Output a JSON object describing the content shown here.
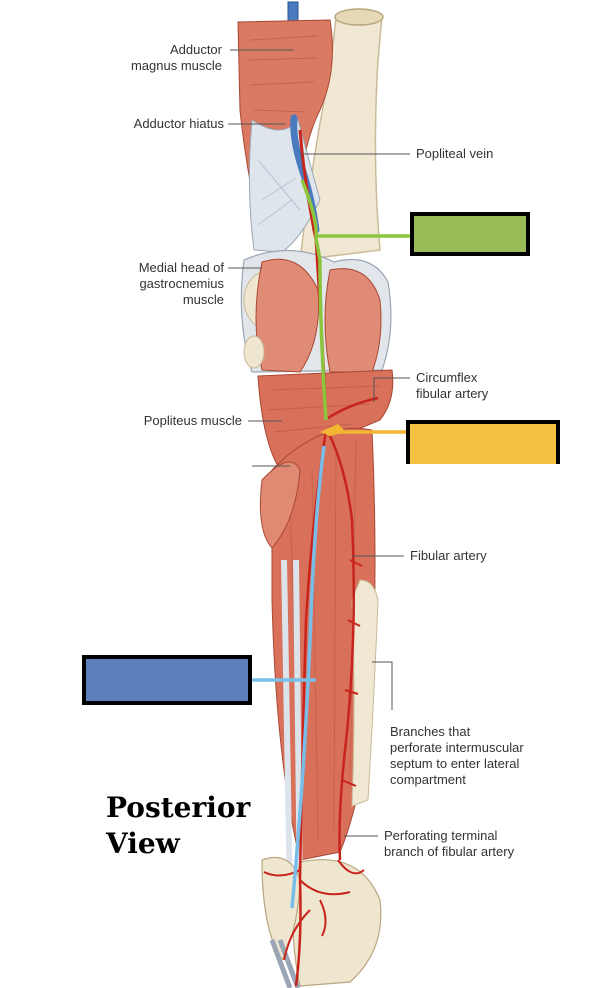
{
  "labels": {
    "adductor_magnus": [
      "Adductor",
      "magnus muscle"
    ],
    "adductor_hiatus": "Adductor hiatus",
    "popliteal_vein": "Popliteal vein",
    "medial_head_gastrocnemius": [
      "Medial head of",
      "gastrocnemius",
      "muscle"
    ],
    "circumflex_fibular_artery": [
      "Circumflex",
      "fibular artery"
    ],
    "popliteus_muscle": "Popliteus muscle",
    "fibular_artery": "Fibular artery",
    "branches_perforate": [
      "Branches that",
      "perforate intermuscular",
      "septum to enter lateral",
      "compartment"
    ],
    "perforating_terminal_branch": [
      "Perforating terminal",
      "branch of fibular artery"
    ]
  },
  "view_title": [
    "Posterior",
    "View"
  ],
  "answer_boxes": [
    {
      "id": "green",
      "color": "#9bbb59"
    },
    {
      "id": "yellow",
      "color": "#f4c242"
    },
    {
      "id": "blue",
      "color": "#5a7fb9"
    }
  ],
  "colors": {
    "muscle": "#d9705a",
    "muscle_light": "#eba18e",
    "tendon": "#dde3ea",
    "bone": "#efe6cf",
    "artery": "#c8241b",
    "vein": "#4a7bbf",
    "leader_line": "#555555",
    "green_line": "#8cc63f",
    "yellow_line": "#f2b632",
    "blue_line": "#79bde8"
  }
}
